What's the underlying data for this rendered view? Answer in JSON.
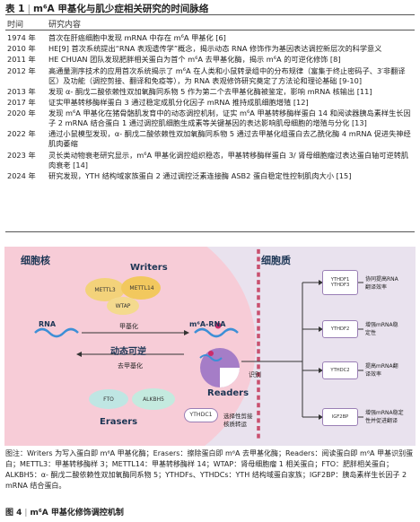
{
  "table": {
    "label": "表 1",
    "title": "m⁶A 甲基化与肌少症相关研究的时间脉络",
    "col_year": "时间",
    "col_content": "研究内容",
    "rows": [
      {
        "year": "1974 年",
        "text": "首次在肝癌细胞中发现 mRNA 中存在 m⁶A 甲基化 [6]"
      },
      {
        "year": "2010 年",
        "text": "HE[9] 首次系统提出“RNA 表观遗传学”概念，揭示动态 RNA 修饰作为基因表达调控新层次的科学意义"
      },
      {
        "year": "2011 年",
        "text": "HE CHUAN 团队发现肥胖相关蛋白为首个 m⁶A 去甲基化酶，揭示 m⁶A 的可逆化修饰 [8]"
      },
      {
        "year": "2012 年",
        "text": "高通量测序技术的应用首次系统揭示了 m⁶A 在人类和小鼠转录组中的分布规律（富集于终止密码子、3′非翻译区）及功能（调控剪接、翻译和免疫等），为 RNA 表观修饰研究奠定了方法论和理论基础 [9-10]"
      },
      {
        "year": "2013 年",
        "text": "发现 α- 酮戊二酸依赖性双加氧酶同系物 5 作为第二个去甲基化酶被鉴定，影响 mRNA 核输出 [11]"
      },
      {
        "year": "2017 年",
        "text": "证实甲基转移酶样蛋白 3 通过稳定成肌分化因子 mRNA 推持成肌细胞增殖 [12]"
      },
      {
        "year": "2020 年",
        "text": "发现 m⁶A 甲基化在猪骨骼肌发育中的动态调控机制，证实 m⁶A 甲基转移酶样蛋白 14 和阅读器胰岛素样生长因子 2 mRNA 结合蛋白 1 通过调控肌细胞生成素等关键基因的表达影响肌母细胞的增殖与分化 [13]"
      },
      {
        "year": "2022 年",
        "text": "通过小鼠模型发现，α- 酮戊二酸依赖性双加氧酶同系物 5 通过去甲基化组蛋白去乙酰化酶 4 mRNA 促进失神经肌肉萎缩"
      },
      {
        "year": "2023 年",
        "text": "灵长类动物衰老研究显示，m⁶A 甲基化调控组织稳态，甲基转移酶样蛋白 3/ 肾母细胞瘤过表达蛋白轴可逆转肌肉衰老 [14]"
      },
      {
        "year": "2024 年",
        "text": "研究发现，YTH 结构域家族蛋白 2 通过调控泛素连接酶 ASB2 蛋白稳定性控制肌肉大小 [15]"
      }
    ]
  },
  "figure": {
    "nucleus_label": "细胞核",
    "cytoplasm_label": "细胞质",
    "writers_label": "Writers",
    "erasers_label": "Erasers",
    "readers_label": "Readers",
    "dynamic_label": "动态可逆",
    "rna_label": "RNA",
    "m6a_rna_label": "m⁶A-RNA",
    "methylation_label": "甲基化",
    "demethylation_label": "去甲基化",
    "recognition_label": "识别",
    "writer_enzymes": [
      "METTL3",
      "METTL14",
      "WTAP"
    ],
    "eraser_enzymes": [
      "FTO",
      "ALKBH5"
    ],
    "nuclear_reader": {
      "name": "YTHDC1",
      "function": "选择性剪接\n核质转运"
    },
    "cyto_readers": [
      {
        "name": "YTHDF1\nYTHDF3",
        "function": "协同提高RNA\n翻译效率"
      },
      {
        "name": "YTHDF2",
        "function": "增强mRNA稳\n定性"
      },
      {
        "name": "YTHDC2",
        "function": "提高mRNA翻\n译效率"
      },
      {
        "name": "IGF2BP",
        "function": "增强mRNA稳定\n性并促进翻译"
      }
    ],
    "colors": {
      "nucleus": "#f7ccd7",
      "cytoplasm": "#e9e2ee",
      "rna_wave": "#3d8fd6",
      "dot": "#cc2b6b",
      "reader_purple": "#a57dc7"
    }
  },
  "caption": "图注：Writers 为写入蛋白即 m⁶A 甲基化酶；Erasers：擦除蛋白即 m⁶A 去甲基化酶；Readers：阅读蛋白即 m⁶A 甲基识别蛋白；METTL3：甲基转移酶样 3；METTL14：甲基转移酶样 14；WTAP：肾母细胞瘤 1 相关蛋白；FTO：肥胖相关蛋白；ALKBH5：α- 酮戊二酸依赖性双加氧酶同系物 5；YTHDFs、YTHDCs：YTH 结构域蛋白家族；IGF2BP：胰岛素样生长因子 2 mRNA 结合蛋白。",
  "figure_title": {
    "label": "图 4",
    "title": "m⁶A 甲基化修饰调控机制"
  }
}
